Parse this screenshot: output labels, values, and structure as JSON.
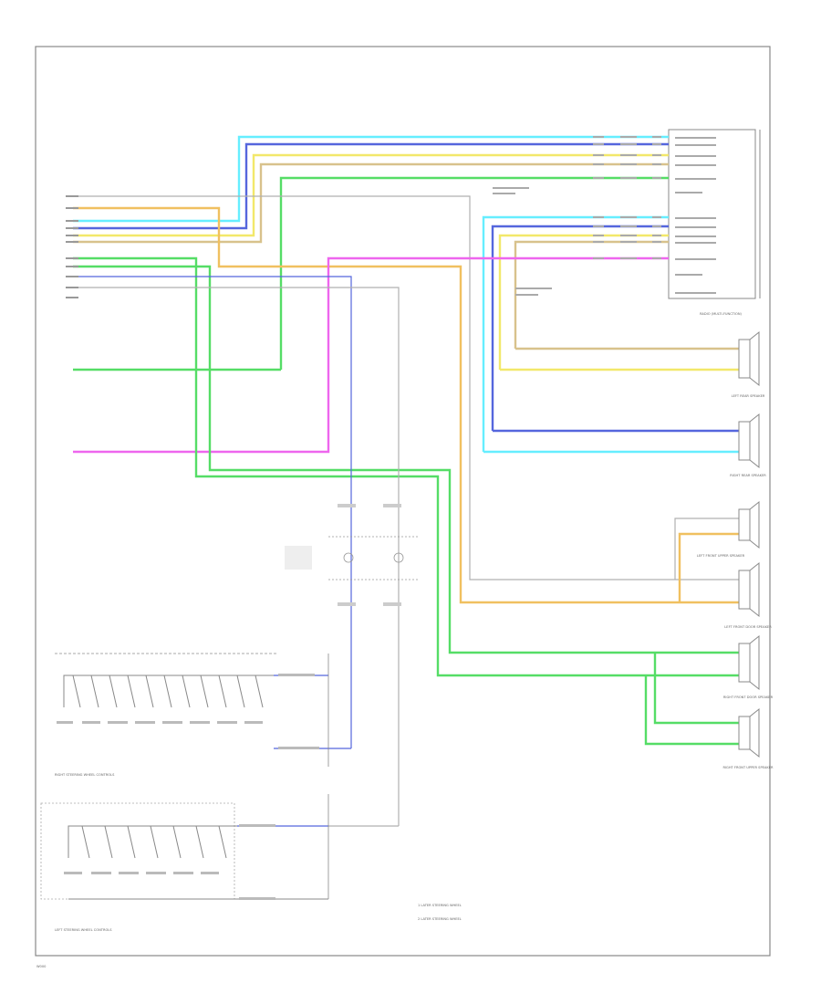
{
  "legend": {
    "note1": "1  LATER STEERING WHEEL",
    "note2": "2  LATER STEERING WHEEL"
  },
  "captions": {
    "radio": "RADIO (MULTI-FUNCTION)",
    "left_rear": "LEFT REAR SPEAKER",
    "right_rear": "RIGHT REAR SPEAKER",
    "left_front_door": "LEFT FRONT DOOR SPEAKER",
    "left_front_upper": "LEFT FRONT UPPER SPEAKER",
    "right_front_door": "RIGHT FRONT DOOR SPEAKER",
    "right_front_upper": "RIGHT FRONT UPPER SPEAKER",
    "right_controls": "RIGHT STEERING WHEEL CONTROLS",
    "left_controls": "LEFT STEERING WHEEL CONTROLS",
    "footer": "W000"
  },
  "colors": {
    "cyan": "#66eeff",
    "blue": "#5566dd",
    "yellow": "#f2e86a",
    "tan": "#d8c28c",
    "green": "#55dd66",
    "magenta": "#ee66ee",
    "orange": "#f0c060",
    "gray": "#b0b0b0",
    "frame": "#888888"
  }
}
